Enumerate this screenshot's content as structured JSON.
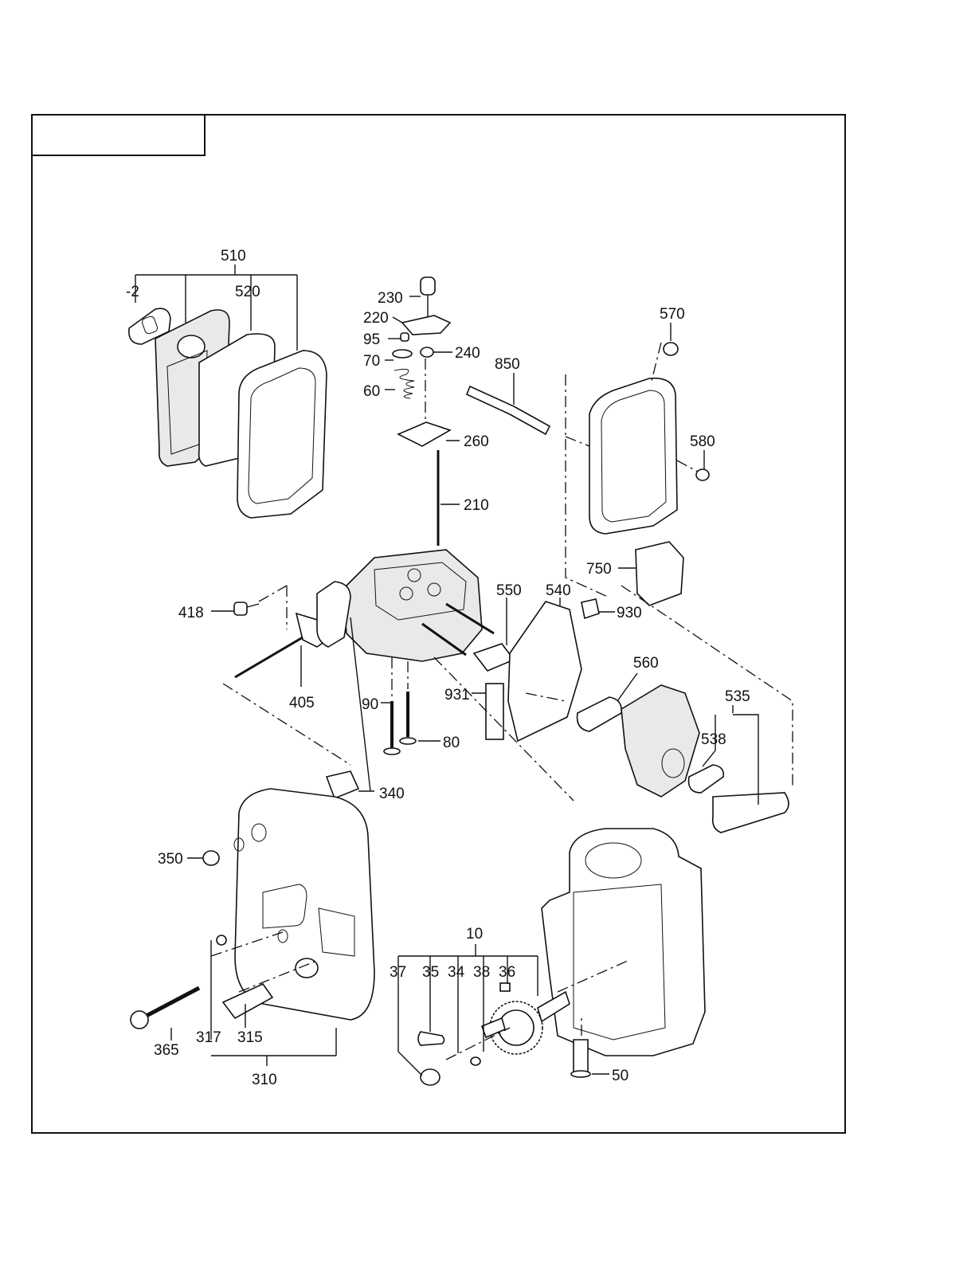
{
  "title_box": {
    "text": ""
  },
  "colors": {
    "ink": "#111111",
    "paper": "#ffffff"
  },
  "callouts": {
    "c510": "510",
    "c520": "520",
    "c2": "-2",
    "c230": "230",
    "c220": "220",
    "c95": "95",
    "c240": "240",
    "c70": "70",
    "c60": "60",
    "c260": "260",
    "c210": "210",
    "c850": "850",
    "c570": "570",
    "c580": "580",
    "c750": "750",
    "c418": "418",
    "c405": "405",
    "c550": "550",
    "c540": "540",
    "c930": "930",
    "c560": "560",
    "c535": "535",
    "c538": "538",
    "c931": "931",
    "c90": "90",
    "c80": "80",
    "c340": "340",
    "c350": "350",
    "c365": "365",
    "c317": "317",
    "c315": "315",
    "c310": "310",
    "c10": "10",
    "c37": "37",
    "c35": "35",
    "c34": "34",
    "c38": "38",
    "c36": "36",
    "c50": "50"
  }
}
